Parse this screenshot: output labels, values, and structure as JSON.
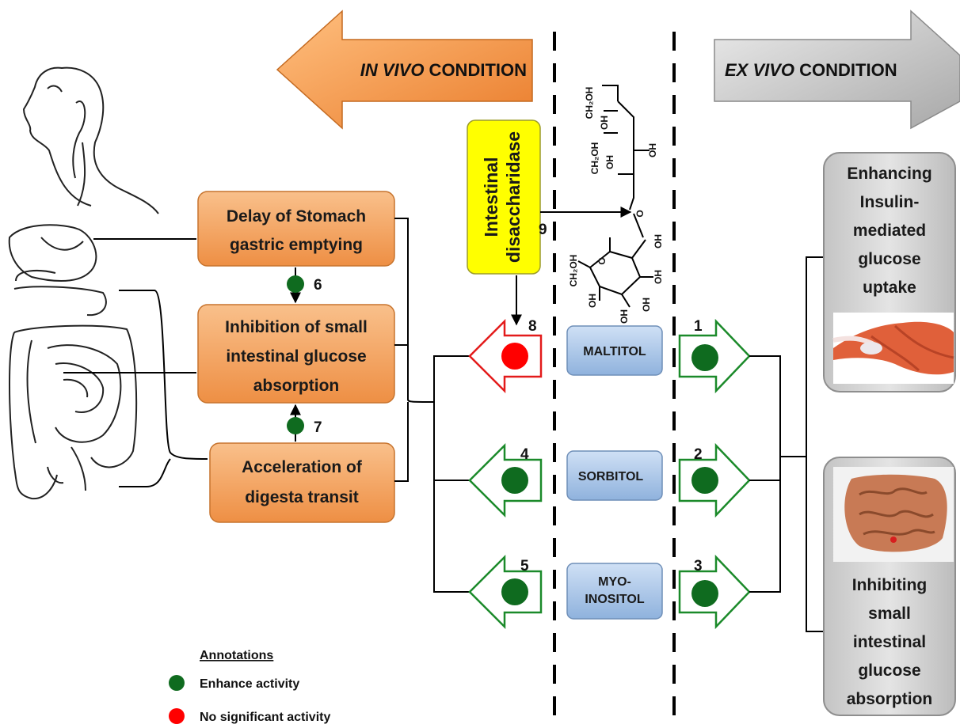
{
  "conditions": {
    "in_vivo_italic": "IN VIVO",
    "in_vivo_rest": " CONDITION",
    "ex_vivo_italic": "EX VIVO",
    "ex_vivo_rest": " CONDITION"
  },
  "in_vivo_boxes": {
    "stomach": [
      "Delay of Stomach",
      "gastric emptying"
    ],
    "absorption": [
      "Inhibition of small",
      "intestinal glucose",
      "absorption"
    ],
    "transit": [
      "Acceleration of",
      "digesta transit"
    ]
  },
  "enzyme": {
    "line1": "Intestinal",
    "line2": "disaccharidase"
  },
  "compounds": {
    "maltitol": [
      "MALTITOL"
    ],
    "sorbitol": [
      "SORBITOL"
    ],
    "myo_inositol": [
      "MYO-",
      "INOSITOL"
    ]
  },
  "ex_vivo_boxes": {
    "insulin": [
      "Enhancing",
      "Insulin-",
      "mediated",
      "glucose",
      "uptake"
    ],
    "inhibit": [
      "Inhibiting",
      "small",
      "intestinal",
      "glucose",
      "absorption"
    ]
  },
  "numbers": {
    "n1": "1",
    "n2": "2",
    "n3": "3",
    "n4": "4",
    "n5": "5",
    "n6": "6",
    "n7": "7",
    "n8": "8",
    "n9": "9"
  },
  "chem_labels": {
    "ch2oh": "CH₂OH",
    "oh": "OH",
    "o": "O"
  },
  "legend": {
    "title": "Annotations",
    "enhance": "Enhance activity",
    "no_sig": "No significant activity"
  },
  "colors": {
    "orange_box": "#f4a462",
    "orange_arrow": "#f59a4a",
    "grey_arrow": "#c8c8c8",
    "blue_box": "#a9c4e6",
    "yellow_box": "#ffff00",
    "green_dot": "#0f6b1f",
    "red_dot": "#ff0000",
    "green_stroke": "#1b8a2a",
    "red_stroke": "#e31b1b"
  }
}
